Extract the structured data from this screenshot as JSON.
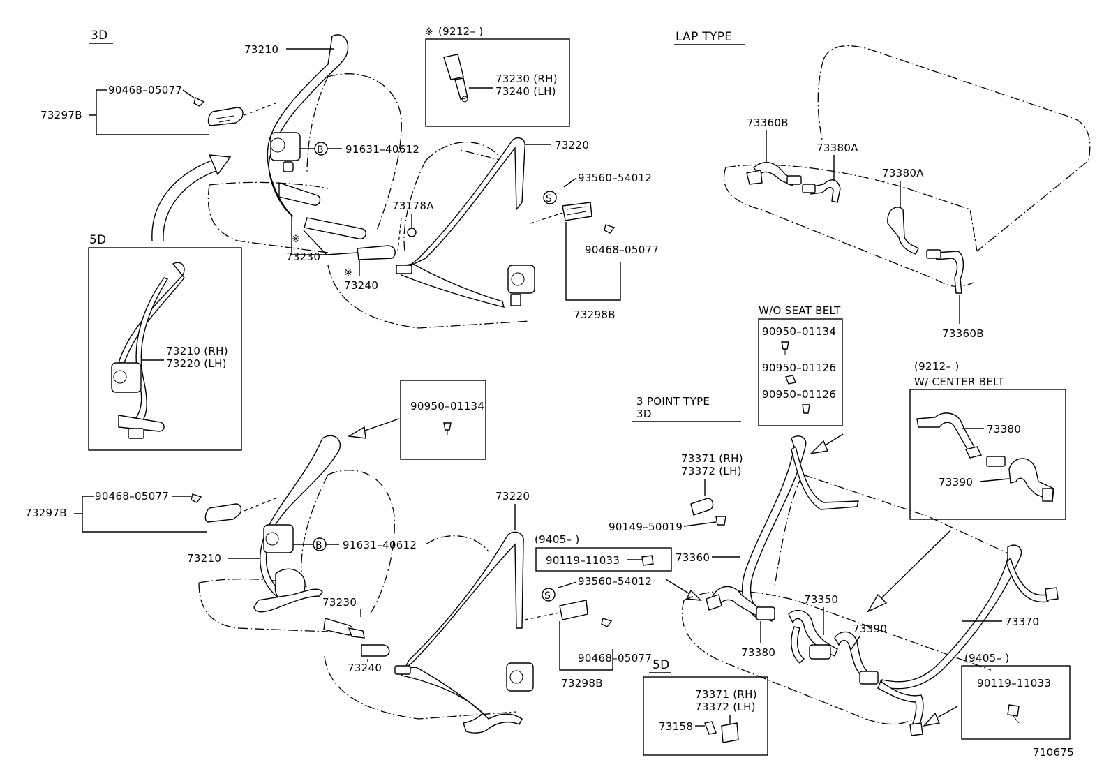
{
  "headers": {
    "three_d_top": "3D",
    "five_d_top": "5D",
    "lap_type": "LAP TYPE",
    "three_point_type": "3 POINT TYPE",
    "three_d_bottom": "3D",
    "five_d_bottom": "5D",
    "wo_seat_belt": "W/O SEAT BELT",
    "center_date": "(9212–      )",
    "center_belt": "W/ CENTER BELT",
    "note_top_prefix": "※",
    "note_top_date": "(9212–      )",
    "date_9405_a": "(9405–      )",
    "date_9405_b": "(9405–      )"
  },
  "symbols": {
    "circle_b": "B",
    "circle_s": "S",
    "asterisk": "※"
  },
  "labels": {
    "p73210_top": "73210",
    "p90468_top": "90468–05077",
    "p73297b_top": "73297B",
    "p91631_top": "91631–40612",
    "p73220_top": "73220",
    "p73178a": "73178A",
    "p93560_top": "93560–54012",
    "p90468_mid": "90468–05077",
    "p73298b_top": "73298B",
    "p73230_top": "73230",
    "p73240_top": "73240",
    "p73230_rh": "73230 (RH)",
    "p73240_lh": "73240 (LH)",
    "p73210_rh": "73210 (RH)",
    "p73220_lh": "73220 (LH)",
    "p73360b_top": "73360B",
    "p73380a_1": "73380A",
    "p73380a_2": "73380A",
    "p73360b_bot": "73360B",
    "p90950_01134_a": "90950–01134",
    "p90950_01126_a": "90950–01126",
    "p90950_01126_b": "90950–01126",
    "p73380": "73380",
    "p73390": "73390",
    "p90950_01134_b": "90950–01134",
    "p73371_rh_a": "73371 (RH)",
    "p73372_lh_a": "73372 (LH)",
    "p90149": "90149–50019",
    "p73360": "73360",
    "p73350": "73350",
    "p73390_b": "73390",
    "p73370": "73370",
    "p73380_b": "73380",
    "p90119_a": "90119–11033",
    "p90119_b": "90119–11033",
    "p90468_bot_left": "90468–05077",
    "p73297b_bot": "73297B",
    "p91631_bot": "91631–40612",
    "p73210_bot": "73210",
    "p73230_bot": "73230",
    "p73240_bot": "73240",
    "p73220_bot": "73220",
    "p93560_bot": "93560–54012",
    "p90468_bot_right": "90468–05077",
    "p73298b_bot": "73298B",
    "p73371_rh_b": "73371 (RH)",
    "p73372_lh_b": "73372 (LH)",
    "p73158": "73158",
    "drawing_number": "710675"
  }
}
